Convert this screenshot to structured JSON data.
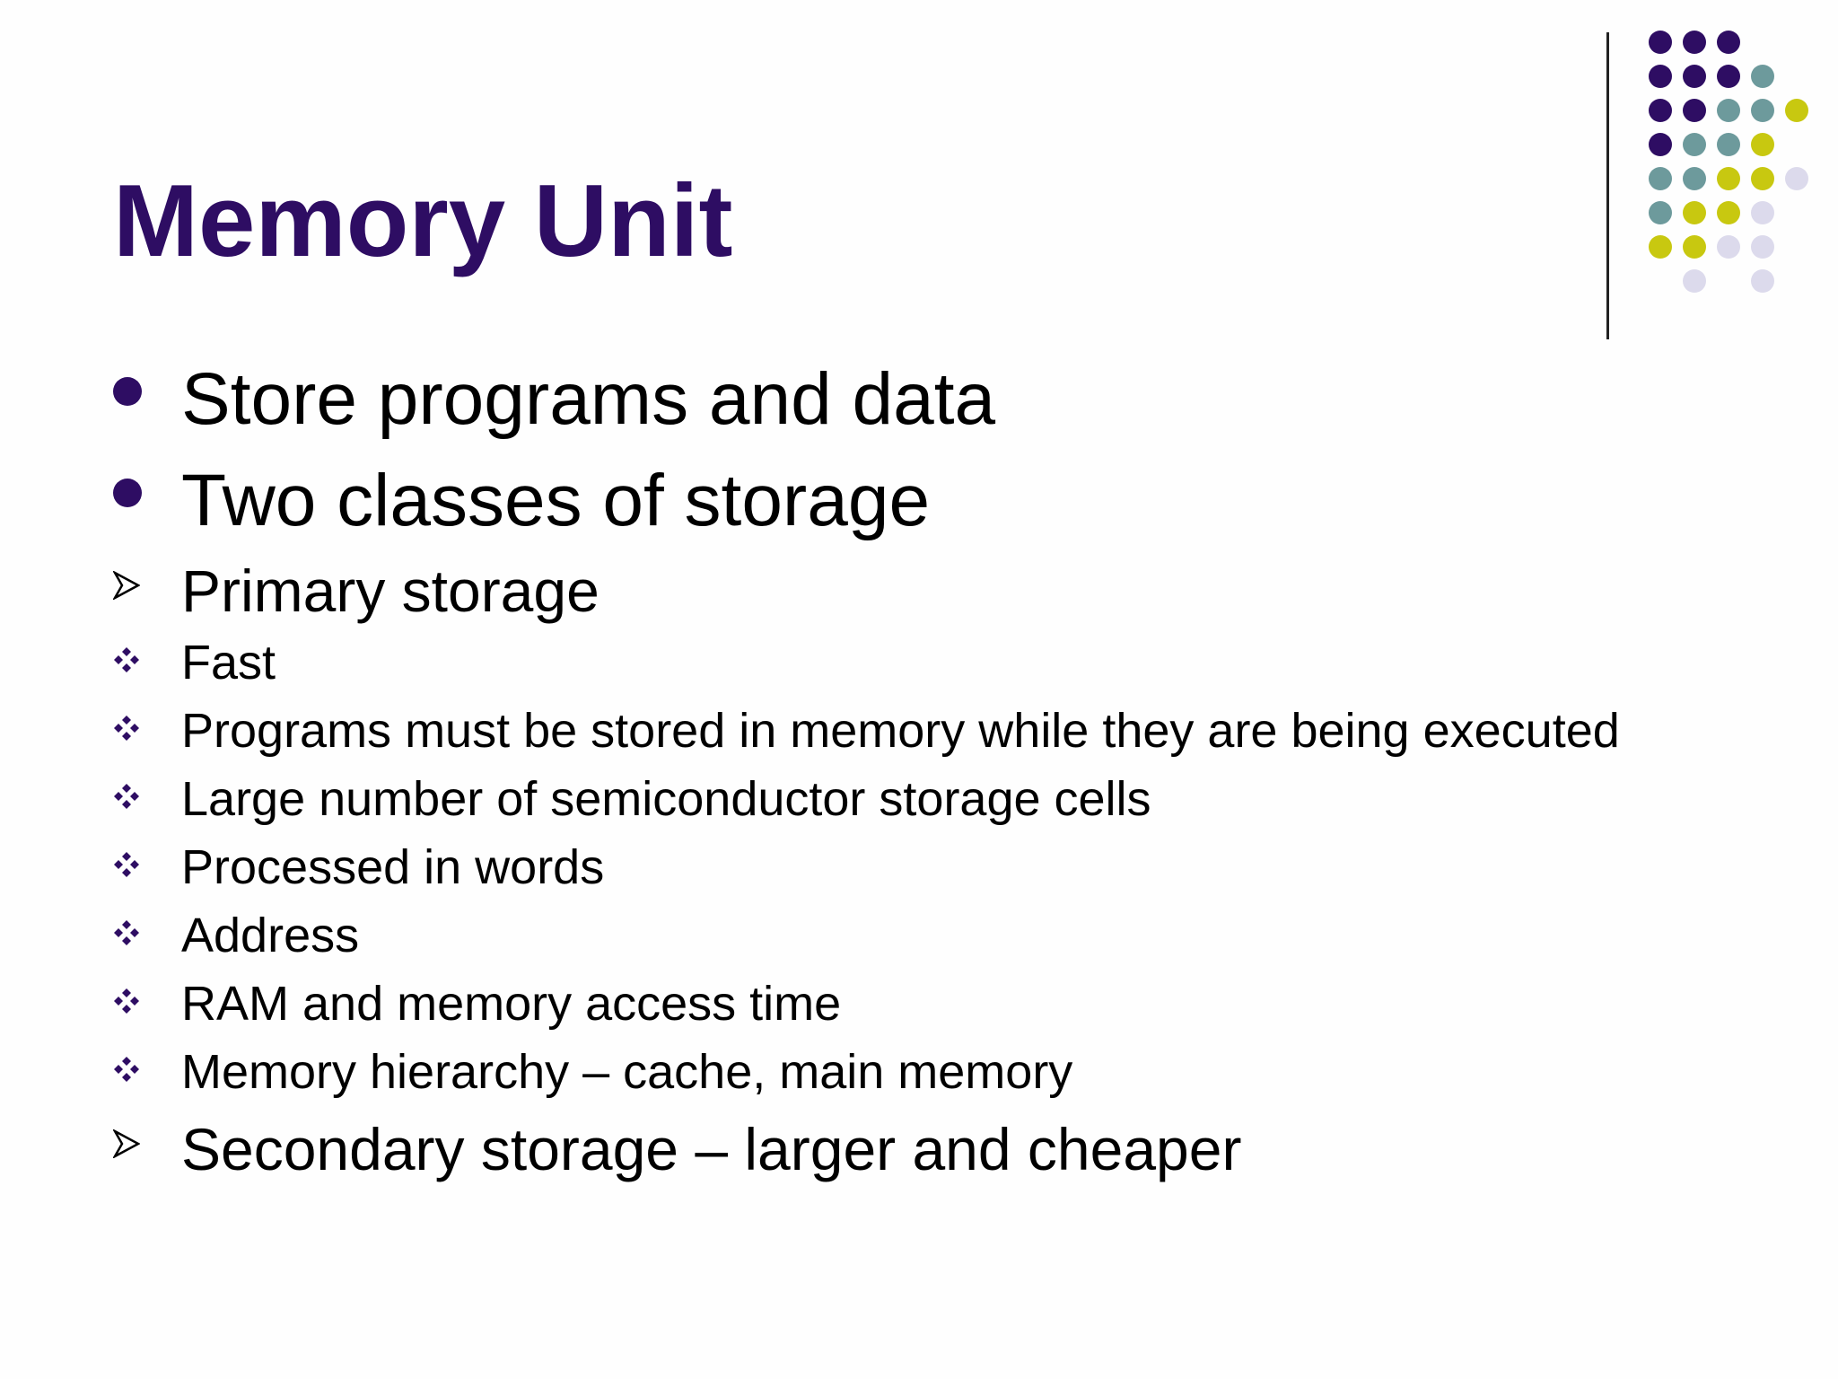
{
  "slide": {
    "title": "Memory Unit",
    "bullets": [
      {
        "level": 1,
        "text": "Store programs and data"
      },
      {
        "level": 1,
        "text": "Two classes of storage"
      },
      {
        "level": 2,
        "text": "Primary storage"
      },
      {
        "level": 3,
        "text": "Fast"
      },
      {
        "level": 3,
        "text": "Programs must be stored in memory while they are being executed"
      },
      {
        "level": 3,
        "text": "Large number of semiconductor storage cells"
      },
      {
        "level": 3,
        "text": "Processed in words"
      },
      {
        "level": 3,
        "text": "Address"
      },
      {
        "level": 3,
        "text": "RAM and memory access time"
      },
      {
        "level": 3,
        "text": "Memory hierarchy – cache, main memory"
      },
      {
        "level": 2,
        "text": "Secondary storage – larger and cheaper"
      }
    ],
    "bullet_icons": {
      "level1": "filled-circle-bullet-icon",
      "level2": "arrowhead-bullet-icon",
      "level3": "four-diamond-bullet-icon"
    }
  },
  "colors": {
    "title": "#2e0d63",
    "bullet": "#2e0d63",
    "dot_purple": "#2e0d63",
    "dot_teal": "#6d9a9c",
    "dot_yellow": "#c8c810",
    "dot_lavender": "#dcdaec",
    "divider": "#222222"
  }
}
